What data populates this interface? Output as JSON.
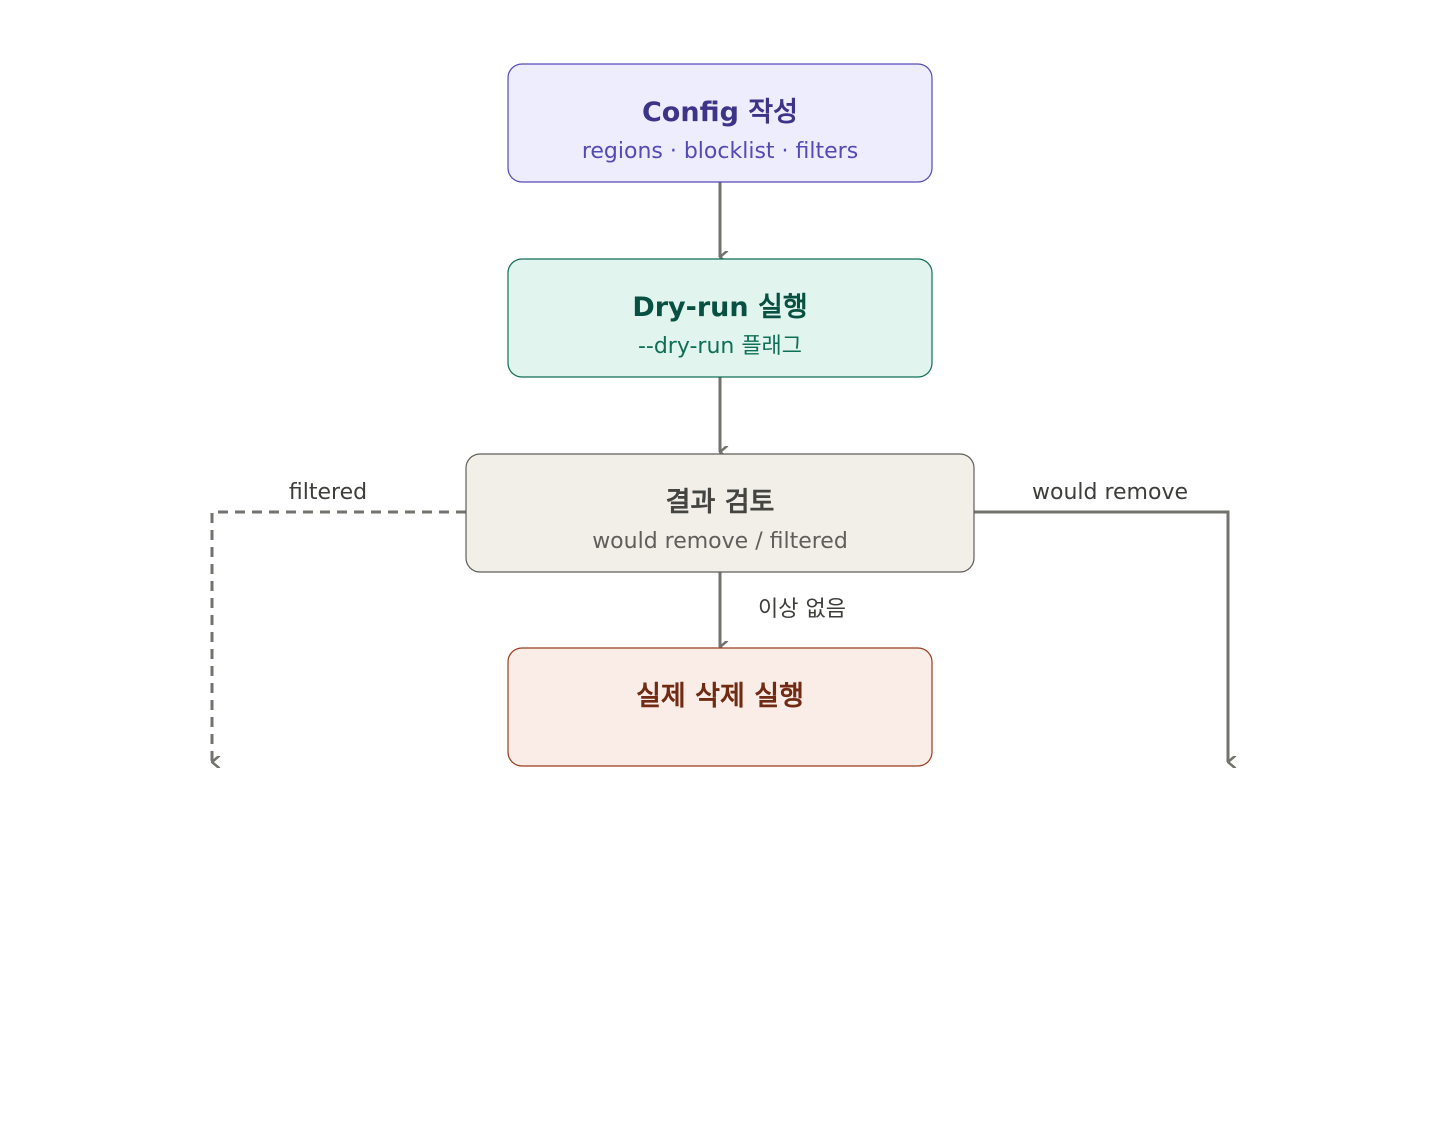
{
  "colors": {
    "config_fill": "#eeedfe",
    "config_stroke": "#534ab7",
    "config_title": "#3c3489",
    "config_sub": "#534ab7",
    "dryrun_fill": "#e1f5ee",
    "dryrun_stroke": "#0f6e56",
    "dryrun_title": "#085041",
    "dryrun_sub": "#0f6e56",
    "review_fill": "#f1efe8",
    "review_stroke": "#5f5e5a",
    "review_title": "#444441",
    "review_sub": "#5f5e5a",
    "execute_fill": "#faece7",
    "execute_stroke": "#993c1d",
    "execute_title": "#712b13",
    "edge": "#73726c"
  },
  "nodes": {
    "config": {
      "title": "Config 작성",
      "subtitle": "regions · blocklist · filters"
    },
    "dryrun": {
      "title": "Dry-run 실행",
      "subtitle": "--dry-run 플래그"
    },
    "review": {
      "title": "결과 검토",
      "subtitle": "would remove / filtered"
    },
    "execute": {
      "title": "실제 삭제 실행"
    }
  },
  "edges": {
    "filtered_label": "filtered",
    "would_remove_label": "would remove",
    "ok_label": "이상 없음"
  }
}
